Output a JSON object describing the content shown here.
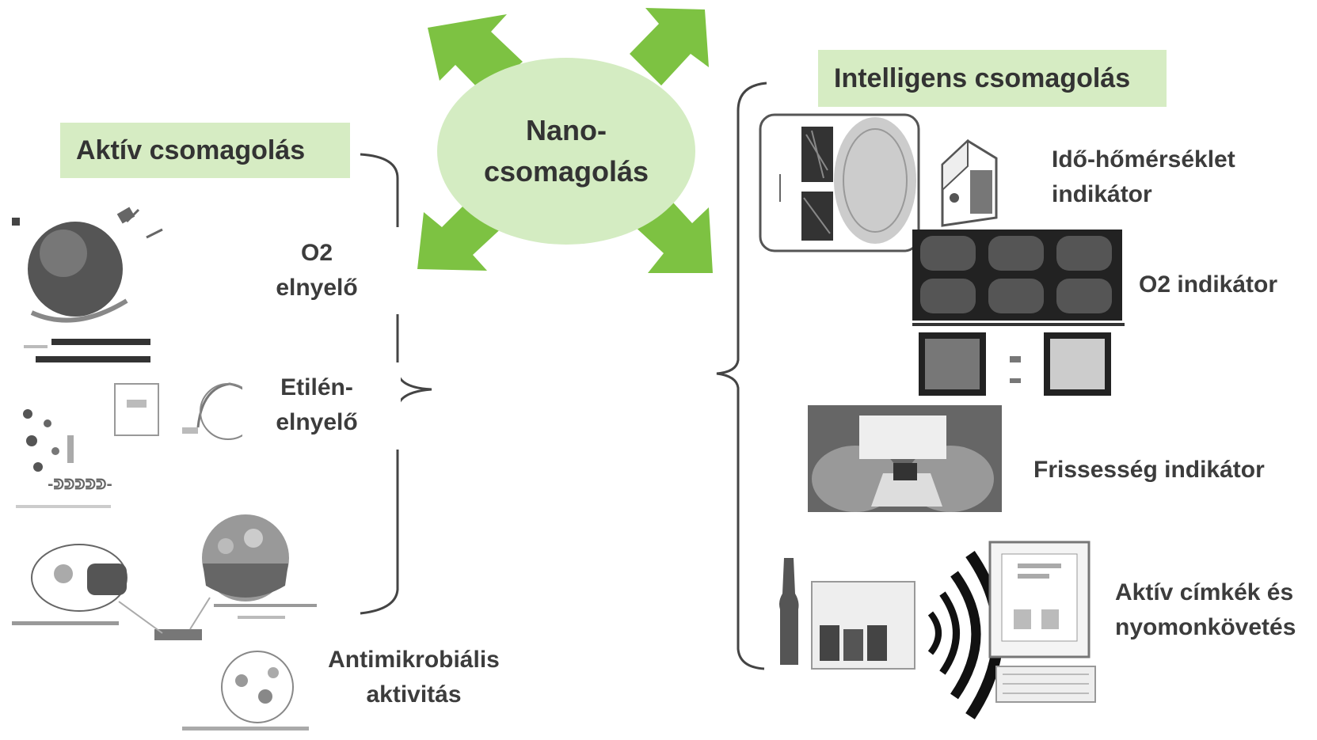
{
  "hub": {
    "line1": "Nano-",
    "line2": "csomagolás"
  },
  "active": {
    "title": "Aktív csomagolás",
    "o2": {
      "line1": "O2",
      "line2": "elnyelő"
    },
    "ethylene": {
      "line1": "Etilén-",
      "line2": "elnyelő"
    },
    "antimicrobial": {
      "line1": "Antimikrobiális",
      "line2": "aktivitás"
    }
  },
  "intelligent": {
    "title": "Intelligens csomagolás",
    "tti": {
      "line1": "Idő-hőmérséklet",
      "line2": "indikátor"
    },
    "o2": {
      "line1": "O2 indikátor"
    },
    "freshness": {
      "line1": "Frissesség indikátor"
    },
    "rfid": {
      "line1": "Aktív címkék és",
      "line2": "nyomonkövetés"
    }
  },
  "colors": {
    "arrow": "#7dc242",
    "hub": "#d4ecc2",
    "label_bg": "#d6ecc3"
  }
}
